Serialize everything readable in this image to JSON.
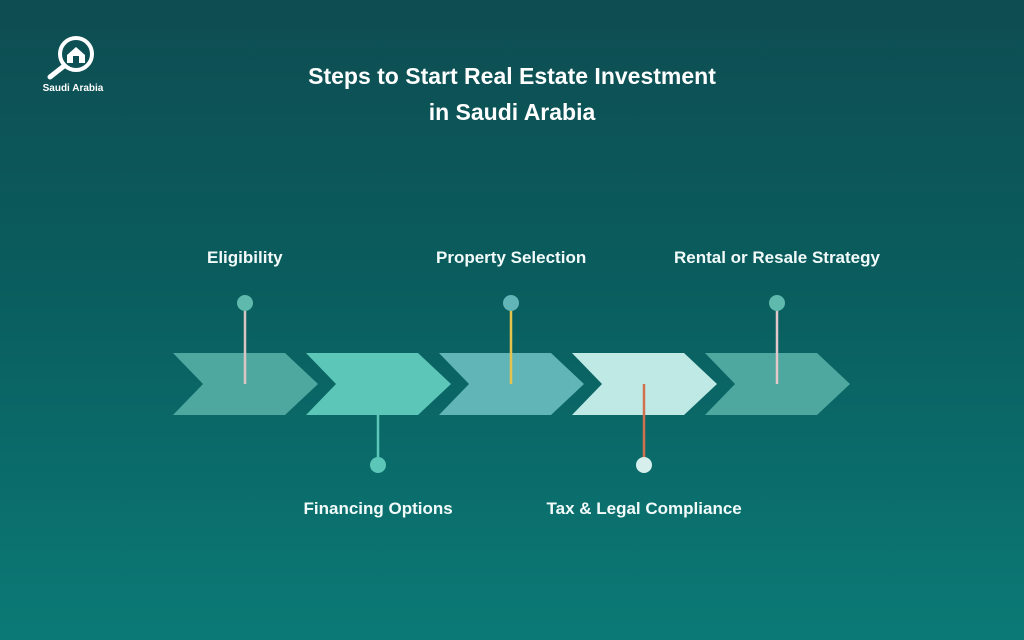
{
  "brand": {
    "name": "Saudi Arabia",
    "icon": "house-search-icon"
  },
  "title": {
    "line1": "Steps to Start Real Estate Investment",
    "line2": "in Saudi Arabia"
  },
  "steps": [
    {
      "label": "Eligibility",
      "color": "#4fa89f",
      "connector_color": "#d9c6c4",
      "dot_color": "#5fb9ad",
      "label_side": "top"
    },
    {
      "label": "Financing Options",
      "color": "#5cc6b8",
      "connector_color": "#5cc6b8",
      "dot_color": "#5cc6b8",
      "label_side": "bottom"
    },
    {
      "label": "Property Selection",
      "color": "#62b5b7",
      "connector_color": "#e6c34a",
      "dot_color": "#62b5b7",
      "label_side": "top"
    },
    {
      "label": "Tax & Legal Compliance",
      "color": "#bfe9e4",
      "connector_color": "#d0704e",
      "dot_color": "#d6efec",
      "label_side": "bottom"
    },
    {
      "label": "Rental or Resale Strategy",
      "color": "#4fa89f",
      "connector_color": "#e3c7cb",
      "dot_color": "#5fb9ad",
      "label_side": "top"
    }
  ]
}
